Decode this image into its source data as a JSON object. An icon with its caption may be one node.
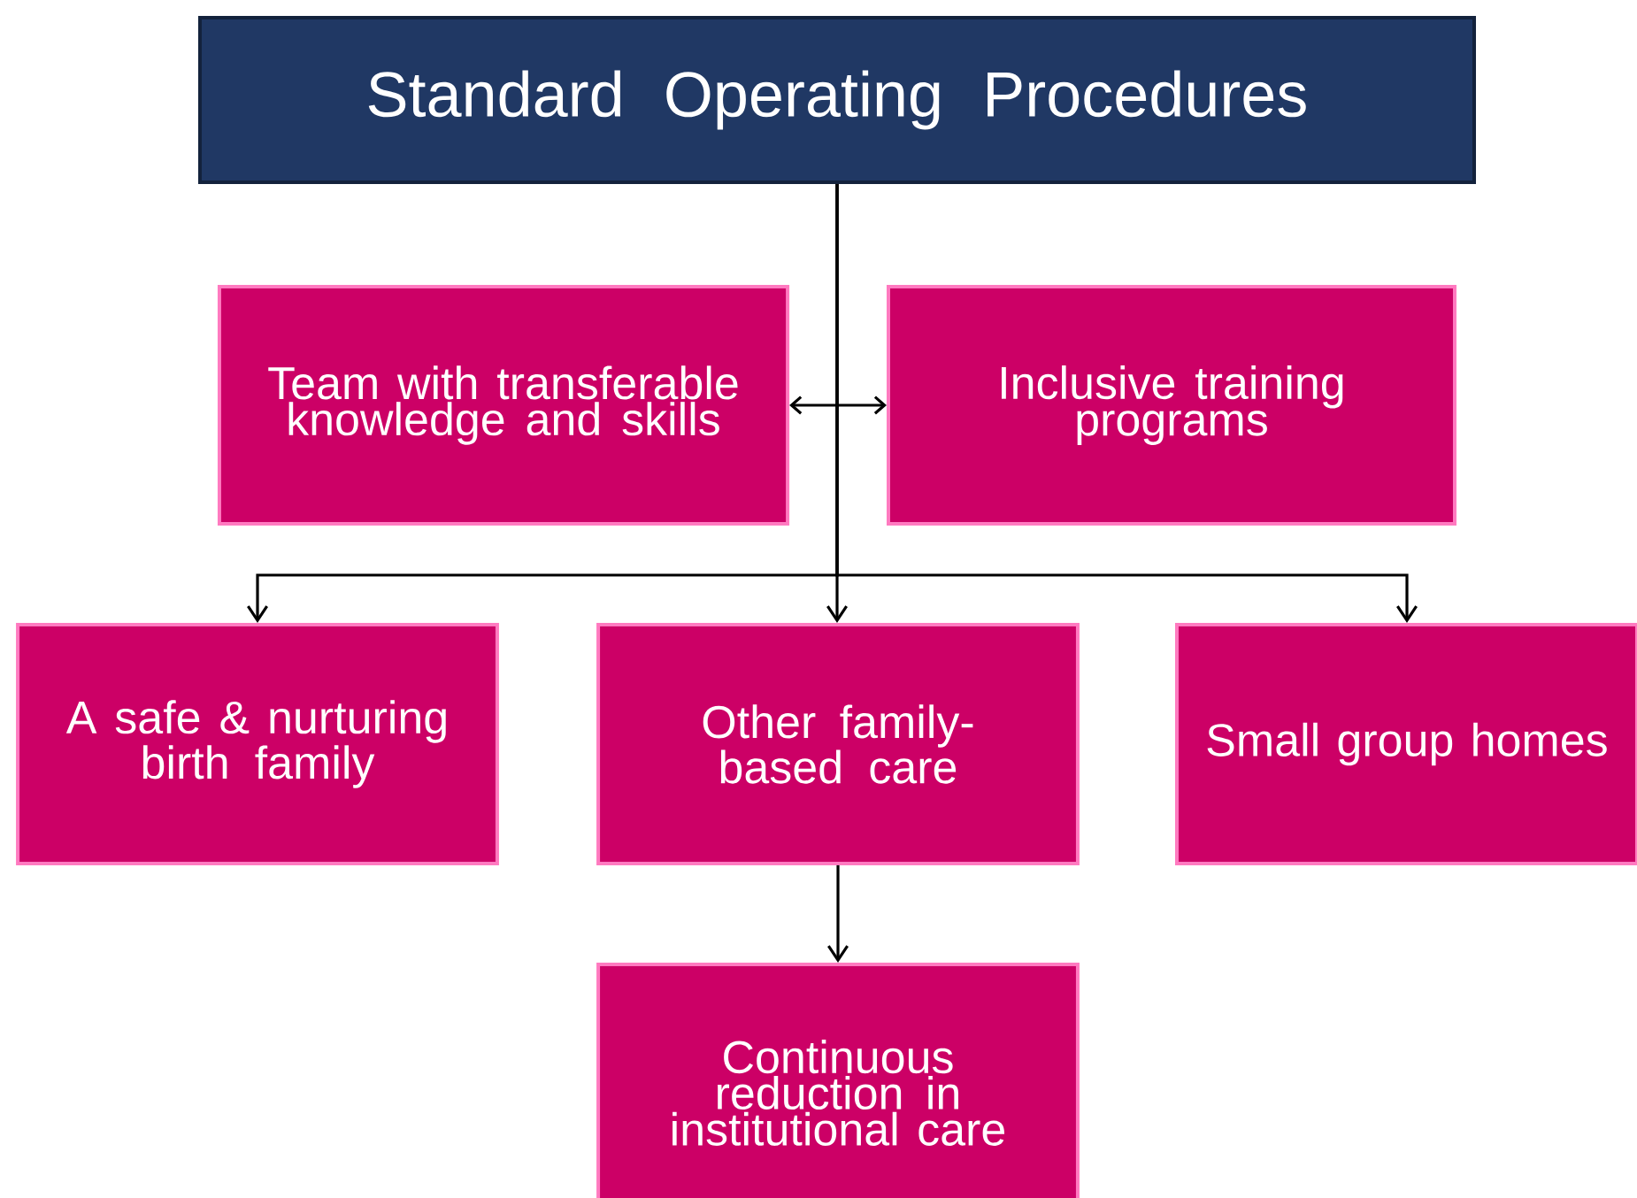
{
  "diagram": {
    "nodes": [
      {
        "text": [
          "Standard Operating Procedures"
        ]
      },
      {
        "text": [
          "Team with transferable knowledge and skills"
        ]
      },
      {
        "text": [
          "Inclusive training programs"
        ]
      },
      {
        "text": [
          "A safe & nurturing birth family"
        ]
      },
      {
        "text": [
          "Other family-based care"
        ]
      },
      {
        "text": [
          "Small group homes"
        ]
      },
      {
        "text": [
          "Continuous reduction in institutional care"
        ]
      }
    ],
    "edges": [
      {
        "from": 1,
        "to": 2,
        "arrow": "both"
      },
      {
        "from": 0,
        "to": 3,
        "arrow": "to"
      },
      {
        "from": 0,
        "to": 4,
        "arrow": "to"
      },
      {
        "from": 0,
        "to": 5,
        "arrow": "to"
      },
      {
        "from": 4,
        "to": 6,
        "arrow": "to"
      }
    ]
  }
}
